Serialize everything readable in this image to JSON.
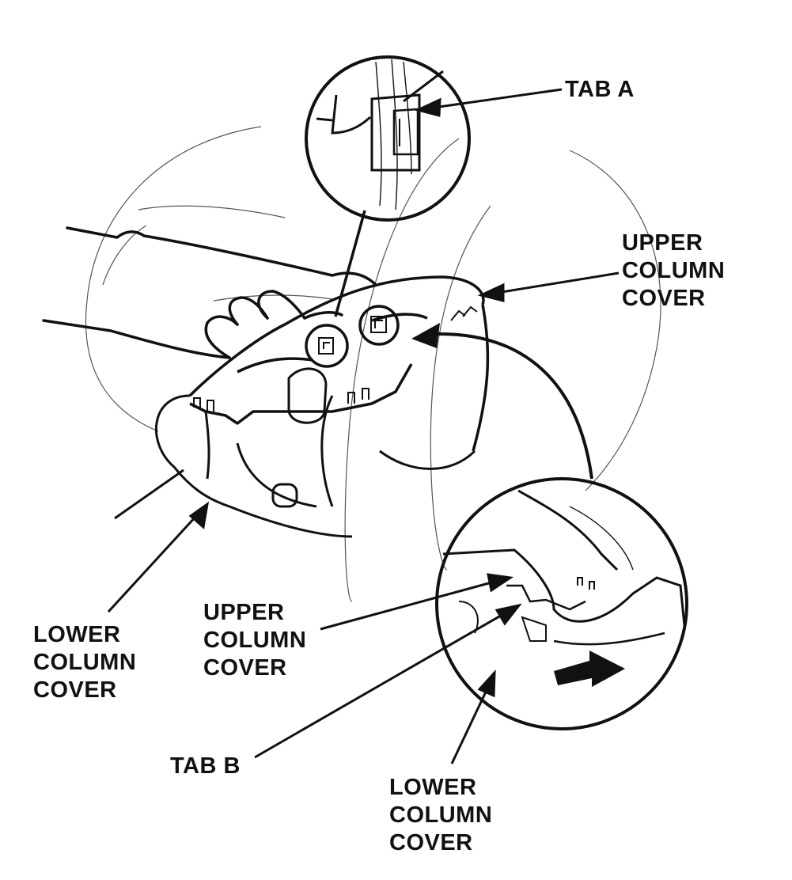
{
  "labels": {
    "tab_a": "TAB A",
    "tab_b": "TAB B",
    "upper_cover_main": [
      "UPPER",
      "COLUMN",
      "COVER"
    ],
    "upper_cover_detail": [
      "UPPER",
      "COLUMN",
      "COVER"
    ],
    "lower_cover_main": [
      "LOWER",
      "COLUMN",
      "COVER"
    ],
    "lower_cover_detail": [
      "LOWER",
      "COLUMN",
      "COVER"
    ]
  },
  "colors": {
    "ink": "#111111",
    "background": "#ffffff"
  }
}
